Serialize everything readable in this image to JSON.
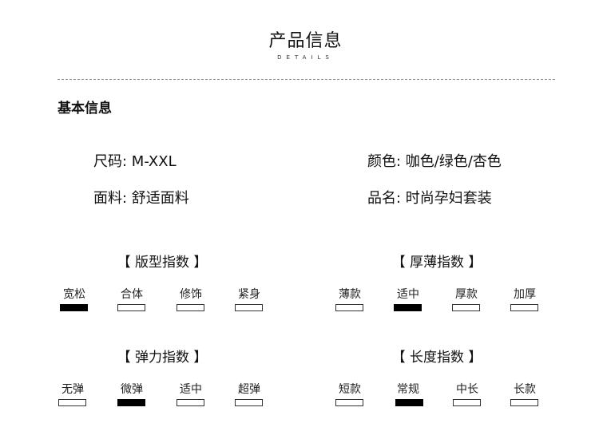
{
  "header": {
    "title": "产品信息",
    "subtitle": "DETAILS"
  },
  "section_title": "基本信息",
  "attributes": {
    "size": "尺码: M-XXL",
    "color": "颜色: 咖色/绿色/杏色",
    "fabric": "面料: 舒适面料",
    "name": "品名: 时尚孕妇套装"
  },
  "indices": [
    {
      "title": "【 版型指数 】",
      "options": [
        "宽松",
        "合体",
        "修饰",
        "紧身"
      ],
      "selected": "宽松"
    },
    {
      "title": "【 厚薄指数 】",
      "options": [
        "薄款",
        "适中",
        "厚款",
        "加厚"
      ],
      "selected": "适中"
    },
    {
      "title": "【 弹力指数 】",
      "options": [
        "无弹",
        "微弹",
        "适中",
        "超弹"
      ],
      "selected": "微弹"
    },
    {
      "title": "【 长度指数 】",
      "options": [
        "短款",
        "常规",
        "中长",
        "长款"
      ],
      "selected": "常规"
    }
  ]
}
